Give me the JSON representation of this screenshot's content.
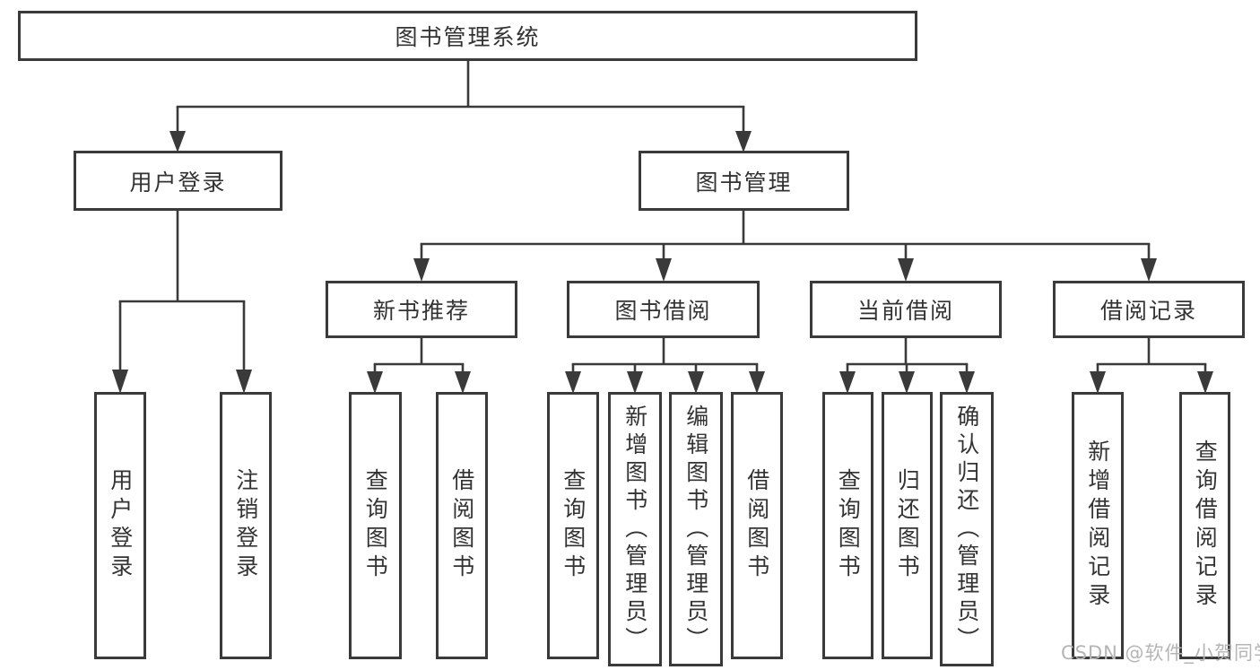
{
  "colors": {
    "line": "#3a3a3a",
    "text": "#333333",
    "watermark": "#b5b5b5",
    "background": "#ffffff"
  },
  "diagram": {
    "root": {
      "label": "图书管理系统",
      "children": [
        {
          "label": "用户登录",
          "children": [
            {
              "label": "用户登录"
            },
            {
              "label": "注销登录"
            }
          ]
        },
        {
          "label": "图书管理",
          "children": [
            {
              "label": "新书推荐",
              "children": [
                {
                  "label": "查询图书"
                },
                {
                  "label": "借阅图书"
                }
              ]
            },
            {
              "label": "图书借阅",
              "children": [
                {
                  "label": "查询图书"
                },
                {
                  "label": "新增图书（管理员）"
                },
                {
                  "label": "编辑图书（管理员）"
                },
                {
                  "label": "借阅图书"
                }
              ]
            },
            {
              "label": "当前借阅",
              "children": [
                {
                  "label": "查询图书"
                },
                {
                  "label": "归还图书"
                },
                {
                  "label": "确认归还（管理员）"
                }
              ]
            },
            {
              "label": "借阅记录",
              "children": [
                {
                  "label": "新增借阅记录"
                },
                {
                  "label": "查询借阅记录"
                }
              ]
            }
          ]
        }
      ]
    }
  },
  "watermark": {
    "text": "CSDN @软件_小贺同学"
  }
}
